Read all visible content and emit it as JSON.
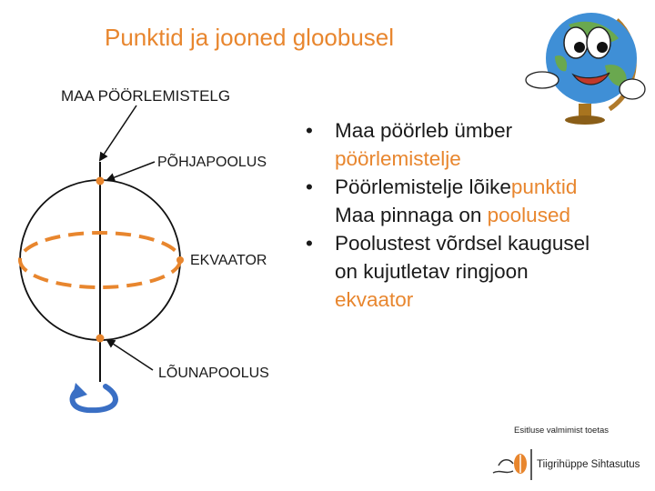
{
  "title": "Punktid ja jooned gloobusel",
  "labels": {
    "axis": "MAA PÖÖRLEMISTELG",
    "north_pole": "PÕHJAPOOLUS",
    "equator": "EKVAATOR",
    "south_pole": "LÕUNAPOOLUS"
  },
  "bullets": [
    {
      "text": "Maa pöörleb ümber ",
      "highlight": "pöörlemistelje",
      "after": ""
    },
    {
      "text": "Pöörlemistelje lõike",
      "highlight": "punktid",
      "after": " Maa pinnaga on ",
      "highlight2": "poolused"
    },
    {
      "text": "Poolustest võrdsel kaugusel on kujutletav ringjoon ",
      "highlight": "ekvaator",
      "after": ""
    }
  ],
  "bullet_marker": "•",
  "sponsor": {
    "caption": "Esitluse valmimist toetas",
    "name": "Tiigrihüppe Sihtasutus"
  },
  "colors": {
    "accent": "#e8862e",
    "rotation_arrow": "#3a6fc4",
    "text": "#1a1a1a"
  }
}
